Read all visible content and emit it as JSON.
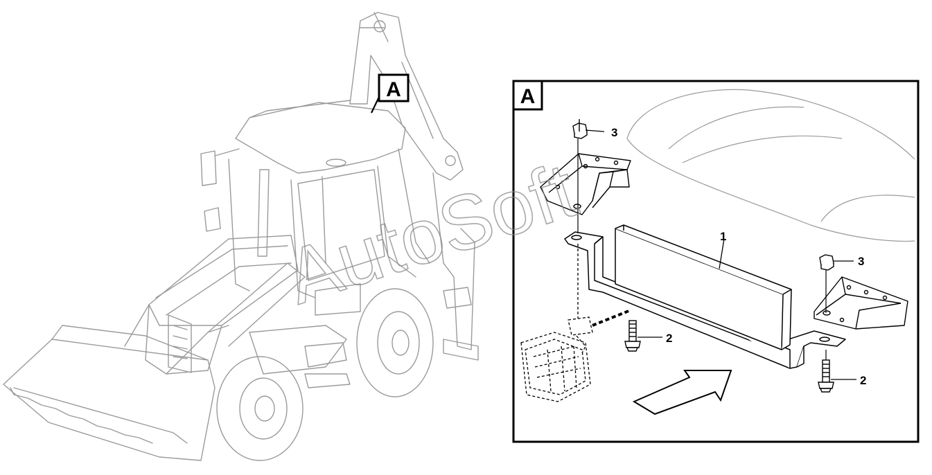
{
  "watermark": "AutoSoft",
  "view_marker": "A",
  "detail": {
    "marker": "A",
    "callouts": {
      "bracket": "1",
      "bolt_left": "2",
      "bolt_right": "2",
      "nut_left": "3",
      "nut_right": "3"
    }
  },
  "colors": {
    "line": "#000000",
    "faint": "#9a9a9a",
    "paper": "#ffffff"
  },
  "icons": {
    "direction": "arrow-icon",
    "work_lamp": "lamp-icon"
  }
}
